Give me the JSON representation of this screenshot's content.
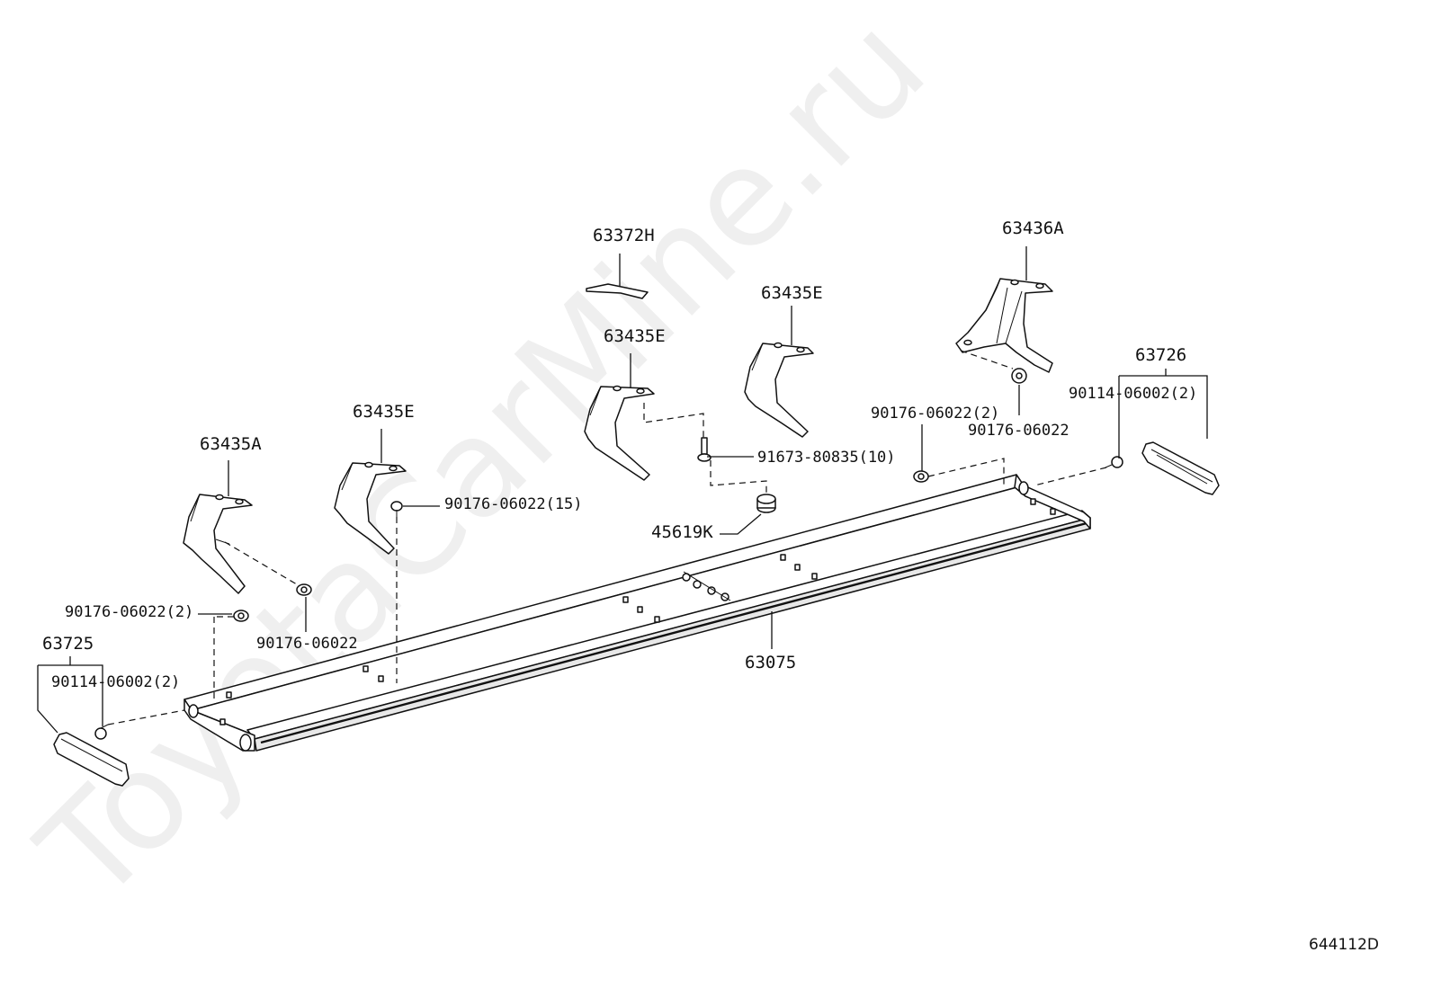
{
  "watermark": "ToyotaCarMine.ru",
  "diagram_code": "644112D",
  "labels": {
    "p63372H": "63372H",
    "p63436A": "63436A",
    "p63435E_c": "63435E",
    "p63435E_b": "63435E",
    "p63435E_a": "63435E",
    "p63435A": "63435A",
    "p63726": "63726",
    "p90114_r": "90114-06002(2)",
    "p90176_2_r": "90176-06022(2)",
    "p90176_r": "90176-06022",
    "p91673": "91673-80835(10)",
    "p90176_15": "90176-06022(15)",
    "p45619K": "45619K",
    "p90176_2_l": "90176-06022(2)",
    "p90176_l": "90176-06022",
    "p63725": "63725",
    "p90114_l": "90114-06002(2)",
    "p63075": "63075"
  }
}
